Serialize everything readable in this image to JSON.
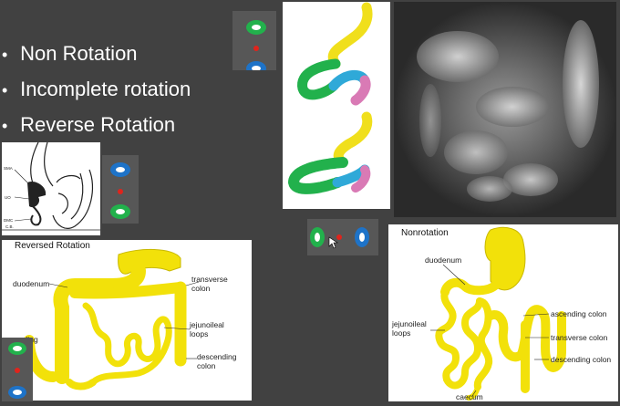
{
  "slide": {
    "bullets": [
      "Non Rotation",
      "Incomplete rotation",
      "Reverse Rotation"
    ]
  },
  "reversed_panel": {
    "title": "Reversed Rotation",
    "labels": {
      "duodenum": "duodenum",
      "transverse_colon": "transverse colon",
      "jejunoileal_loops": "jejunoileal loops",
      "descending_colon": "descending colon",
      "ascending": "ascending"
    }
  },
  "nonrotation_panel": {
    "title": "Nonrotation",
    "labels": {
      "duodenum": "duodenum",
      "jejunoileal_loops": "jejunoileal loops",
      "ascending_colon": "ascending colon",
      "transverse_colon": "transverse colon",
      "descending_colon": "descending colon",
      "caecum": "caecum"
    }
  },
  "sketch_labels": [
    "SMA",
    "UO",
    "DMC",
    "C.B."
  ],
  "colors": {
    "background": "#414141",
    "intestine_yellow": "#f2e10a",
    "marker_green": "#22b14c",
    "marker_blue": "#1e73c8",
    "marker_red": "#e0241c"
  },
  "icons": [
    "green-marker-icon",
    "red-dot-icon",
    "blue-marker-icon",
    "mouse-cursor-icon"
  ]
}
